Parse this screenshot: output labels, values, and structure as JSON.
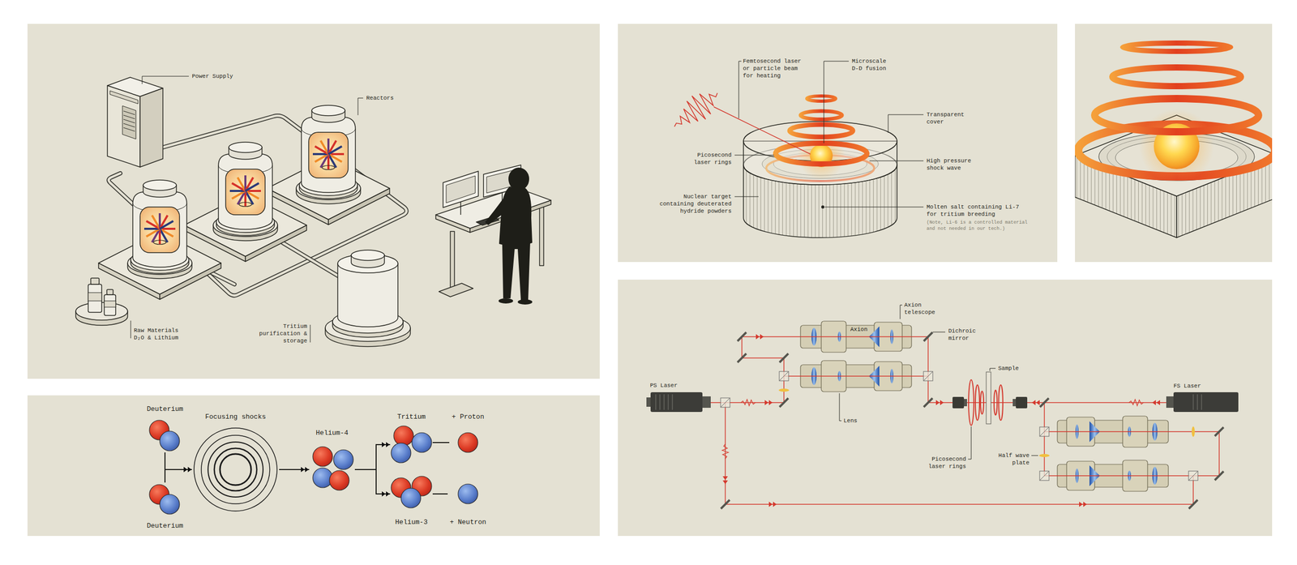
{
  "diagram": {
    "nodes": [
      {
        "text": [
          "Deuterium"
        ]
      },
      {
        "text": [
          "Deuterium"
        ]
      },
      {
        "text": [
          "Focusing shocks"
        ]
      },
      {
        "text": [
          "Helium-4"
        ]
      },
      {
        "text": [
          "Tritium"
        ]
      },
      {
        "text": [
          "+ Proton"
        ]
      },
      {
        "text": [
          "Helium-3"
        ]
      },
      {
        "text": [
          "+ Neutron"
        ]
      },
      {
        "text": [
          "Axion"
        ]
      }
    ],
    "edges": [
      {
        "from": 0,
        "to": 2,
        "arrow": "to"
      },
      {
        "from": 1,
        "to": 2,
        "arrow": "to"
      },
      {
        "from": 2,
        "to": 3,
        "arrow": "to"
      },
      {
        "from": 3,
        "to": 4,
        "arrow": "to"
      },
      {
        "from": 3,
        "to": 6,
        "arrow": "to"
      },
      {
        "from": 4,
        "to": 5,
        "arrow": "none"
      },
      {
        "from": 6,
        "to": 7,
        "arrow": "none"
      }
    ],
    "labels": [
      "Power Supply",
      "Reactors",
      "Raw Materials D₂O & Lithium",
      "Tritium purification & storage",
      "Femtosecond laser or particle beam for heating",
      "Microscale D-D fusion",
      "Transparent cover",
      "Picosecond laser rings",
      "High pressure shock wave",
      "Nuclear target containing deuterated hydride powders",
      "Molten salt containing Li-7 for tritium breeding",
      "(Note, Li-6 is a controlled material and not needed in our tech.)",
      "Axion telescope",
      "Dichroic mirror",
      "Sample",
      "PS Laser",
      "Lens",
      "FS Laser",
      "Picosecond laser rings",
      "Half wave plate"
    ]
  }
}
